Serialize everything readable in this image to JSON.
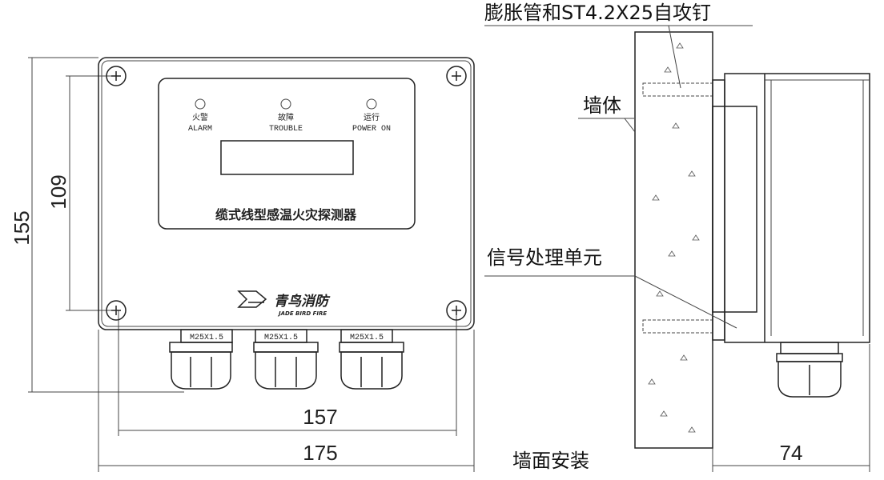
{
  "front_view": {
    "indicators": [
      {
        "cn": "火警",
        "en": "ALARM"
      },
      {
        "cn": "故障",
        "en": "TROUBLE"
      },
      {
        "cn": "运行",
        "en": "POWER ON"
      }
    ],
    "product_name": "缆式线型感温火灾探测器",
    "logo": {
      "cn": "青鸟消防",
      "en": "JADE BIRD FIRE"
    },
    "gland_label": "M25X1.5",
    "dimensions": {
      "height_outer": "155",
      "height_holes": "109",
      "width_holes": "157",
      "width_outer": "175"
    }
  },
  "side_view": {
    "labels": {
      "fasteners": "膨胀管和ST4.2X25自攻钉",
      "wall": "墙体",
      "unit": "信号处理单元",
      "caption": "墙面安装"
    },
    "dimensions": {
      "depth": "74"
    }
  }
}
